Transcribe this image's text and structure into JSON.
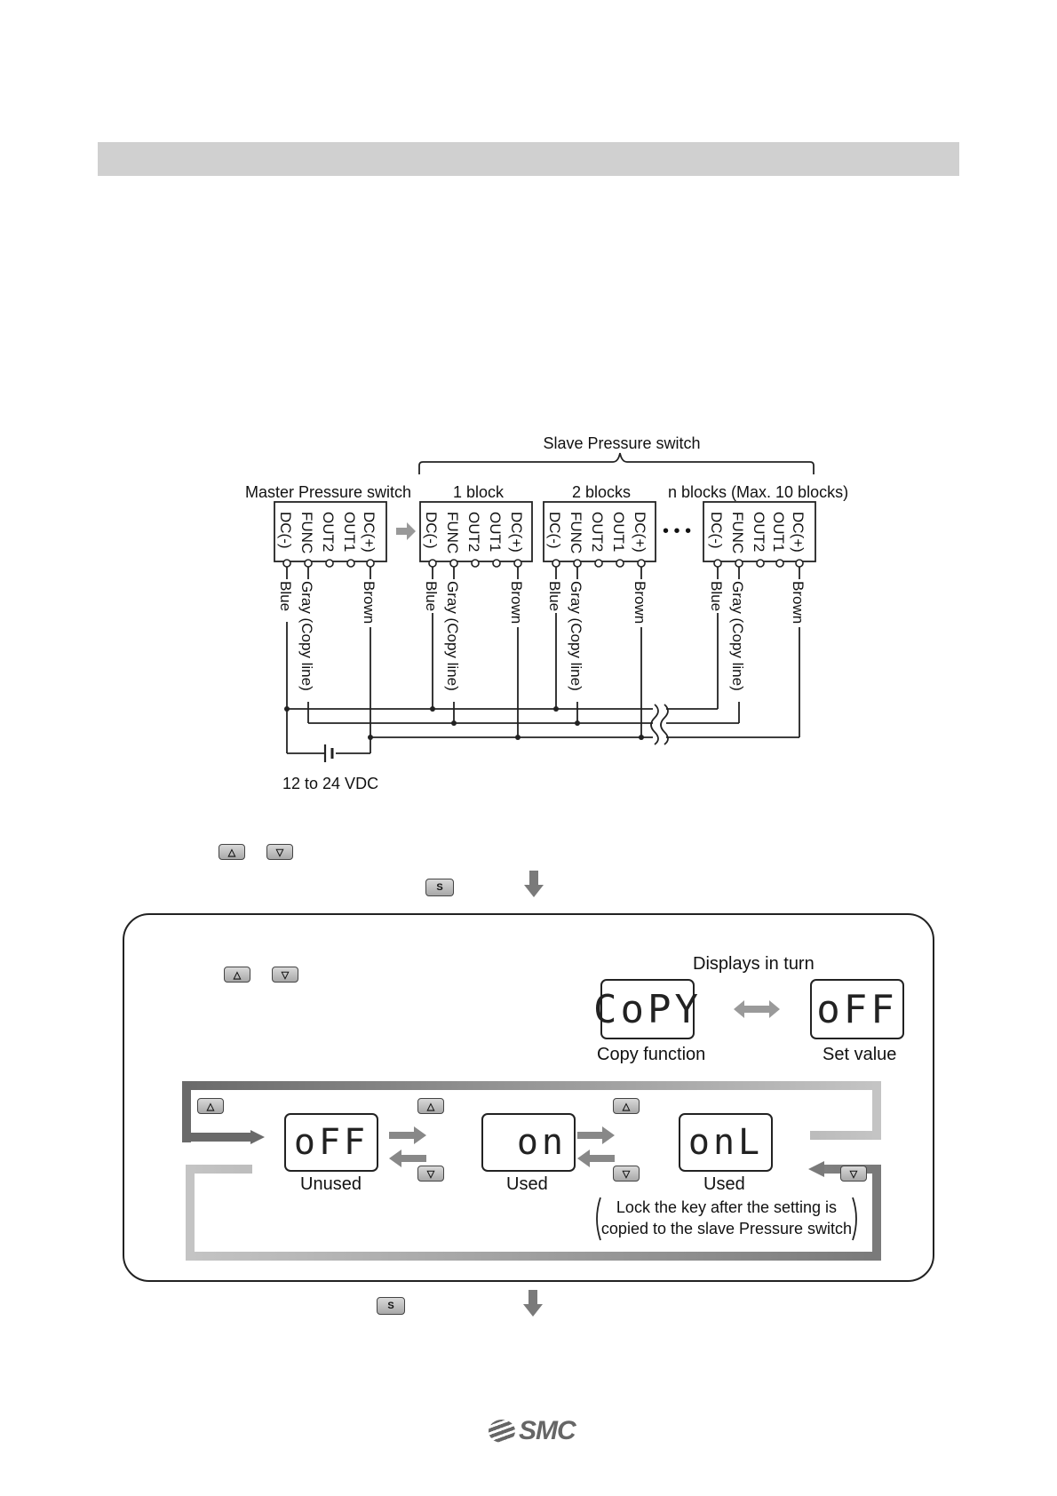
{
  "wiring": {
    "slave_title": "Slave Pressure switch",
    "master_title": "Master Pressure switch",
    "block_labels": [
      "1 block",
      "2 blocks",
      "n blocks (Max. 10 blocks)"
    ],
    "terminals": [
      "DC(-)",
      "FUNC",
      "OUT2",
      "OUT1",
      "DC(+)"
    ],
    "wires": [
      "Blue",
      "Gray (Copy line)",
      "Brown"
    ],
    "ellipsis": "• • •",
    "supply": "12 to 24 VDC"
  },
  "keys": {
    "up": "△",
    "down": "▽",
    "set": "S"
  },
  "panel": {
    "displays_in_turn": "Displays in turn",
    "lcd_copy": "CoPY",
    "lcd_setvalue": "oFF",
    "copy_function_label": "Copy function",
    "set_value_label": "Set value",
    "cycle": [
      {
        "lcd": "oFF",
        "label": "Unused"
      },
      {
        "lcd": "on",
        "label": "Used"
      },
      {
        "lcd": "onL",
        "label": "Used"
      }
    ],
    "note_line1": "Lock the key after the setting is",
    "note_line2": "copied to the slave Pressure switch"
  },
  "footer": {
    "logo": "SMC"
  },
  "colors": {
    "header_bar": "#d0d0d0",
    "arrow_gray": "#7a7a7a",
    "loop_gray": "#9a9a9a"
  }
}
